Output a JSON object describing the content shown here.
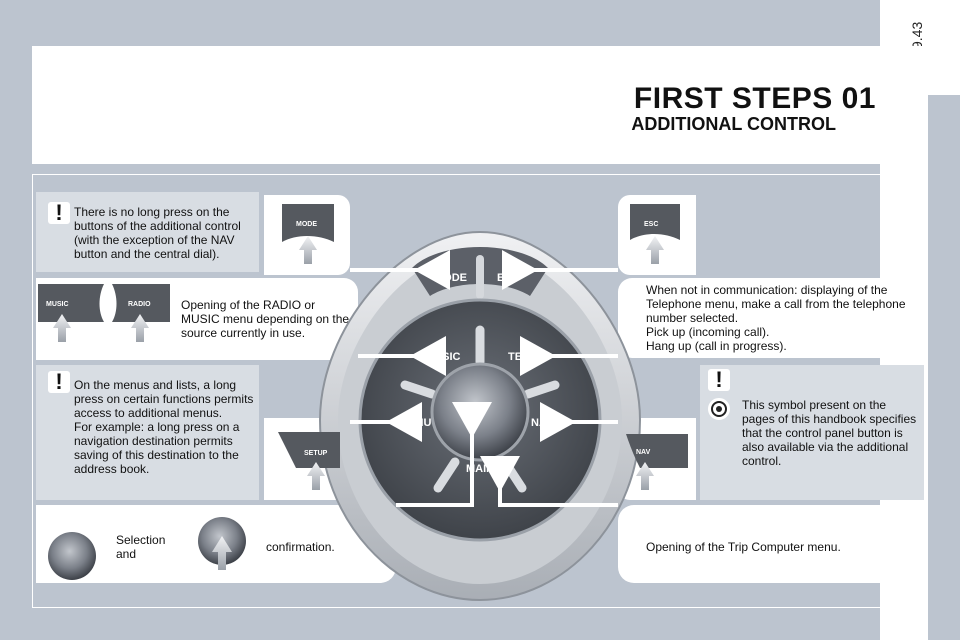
{
  "page_number": "9.43",
  "header": {
    "title": "FIRST STEPS 01",
    "subtitle": "ADDITIONAL CONTROL"
  },
  "notes": {
    "no_long_press": "There is no long press on the buttons of the additional control (with the exception of the NAV button and the central dial).",
    "radio_music": "Opening of the RADIO or MUSIC menu depending on the source currently in use.",
    "long_press": "On the menus and lists, a long press on certain functions permits access to additional menus.\nFor example: a long press on a navigation destination permits saving of this destination to the address book.",
    "selection": "Selection\nand",
    "confirmation": "confirmation.",
    "tel": "When not in communication: displaying of the Telephone menu, make a call from the telephone number selected.\nPick up (incoming call).\nHang up (call in progress).",
    "symbol": "This symbol present on the pages of this handbook specifies that the control panel button is also available via the additional control.",
    "trip": "Opening of the Trip Computer menu."
  },
  "button_labels": {
    "mode": "MODE",
    "esc": "ESC",
    "music": "MUSIC",
    "radio": "RADIO",
    "setup": "SETUP",
    "nav": "NAV",
    "tel": "TEL",
    "menu": "MENU",
    "main": "MAIN"
  },
  "colors": {
    "background": "#bcc4cf",
    "panel_white": "#ffffff",
    "panel_grey": "#d8dde3",
    "button_dark": "#55595f"
  }
}
